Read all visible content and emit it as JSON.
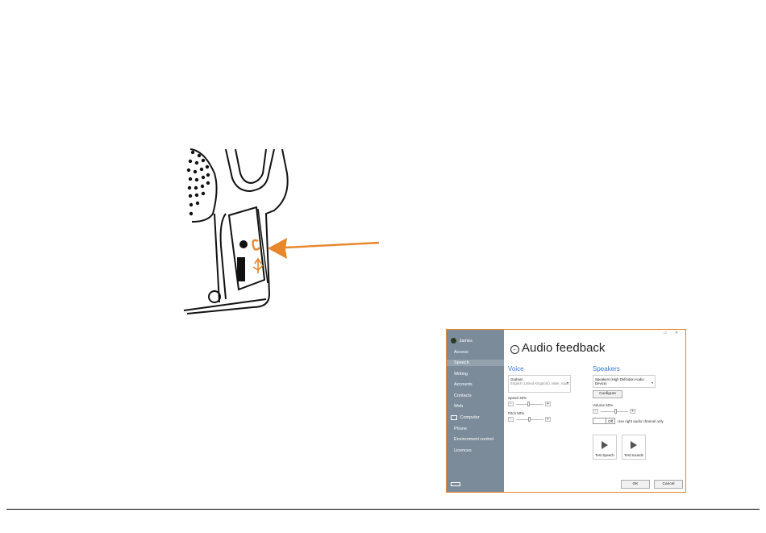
{
  "app": {
    "sidebar": {
      "user": "James",
      "items": [
        "Access",
        "Speech",
        "Writing",
        "Accounts",
        "Contacts",
        "Web"
      ],
      "selected": "Speech",
      "section": "Computer",
      "items2": [
        "Phone",
        "Environment control",
        "Licences"
      ]
    },
    "window_controls": "▭ ✕",
    "page_title": "Audio feedback",
    "voice": {
      "heading": "Voice",
      "voice_name": "Graham",
      "voice_detail": "English (United Kingdom), Male, Adult",
      "speed_label": "Speed 40%",
      "speed_value": 40,
      "pitch_label": "Pitch 50%",
      "pitch_value": 50
    },
    "speakers": {
      "heading": "Speakers",
      "device": "Speakers (High Definition Audio Device)",
      "configure": "Configure",
      "volume_label": "Volume 60%",
      "volume_value": 60,
      "toggle_state": "Off",
      "toggle_label": "Use right audio channel only",
      "test_speech": "Test Speech",
      "test_sounds": "Test Sounds"
    },
    "ok": "OK",
    "cancel": "Cancel"
  },
  "colors": {
    "accent": "#e8862a",
    "sidebar": "#7c8b99",
    "heading": "#3a7bd5"
  }
}
